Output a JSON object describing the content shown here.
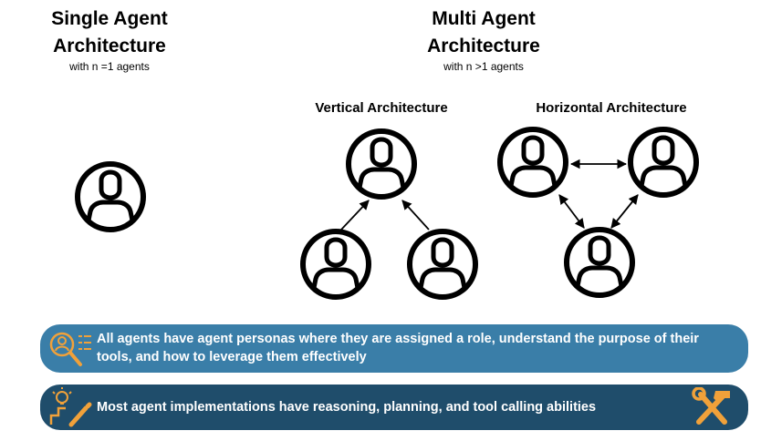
{
  "single": {
    "title_line1": "Single Agent",
    "title_line2": "Architecture",
    "subtitle": "with n =1 agents"
  },
  "multi": {
    "title_line1": "Multi Agent",
    "title_line2": "Architecture",
    "subtitle": "with n >1 agents",
    "vertical_label": "Vertical Architecture",
    "horizontal_label": "Horizontal Architecture"
  },
  "banners": [
    {
      "text": "All agents have agent personas where they are assigned a role, understand the purpose of their tools, and how to leverage them effectively",
      "background": "#3a7ea8",
      "icon": "persona-search-icon"
    },
    {
      "text": "Most agent implementations have reasoning, planning, and tool calling abilities",
      "background": "#1f4d6b",
      "icon": "lightbulb-pencil-icon",
      "right_icon": "hammer-wrench-icon"
    }
  ],
  "colors": {
    "accent_orange": "#f0a13a",
    "agent_stroke": "#000000"
  }
}
